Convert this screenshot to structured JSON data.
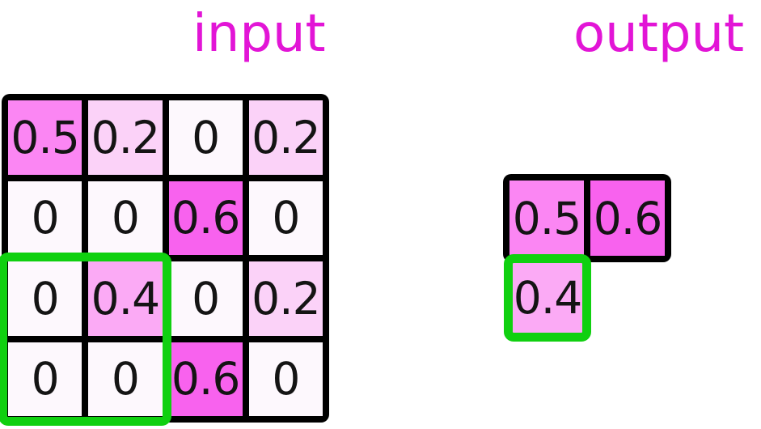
{
  "figure": {
    "input": {
      "title": "input",
      "grid": {
        "rows": 4,
        "cols": 4,
        "values": [
          [
            "0.5",
            "0.2",
            "0",
            "0.2"
          ],
          [
            "0",
            "0",
            "0.6",
            "0"
          ],
          [
            "0",
            "0.4",
            "0",
            "0.2"
          ],
          [
            "0",
            "0",
            "0.6",
            "0"
          ]
        ]
      },
      "highlight_window": {
        "row_start": 3,
        "row_end": 4,
        "col_start": 1,
        "col_end": 2
      }
    },
    "output": {
      "title": "output",
      "top_row_values": [
        "0.5",
        "0.6"
      ],
      "highlight_cell_value": "0.4"
    },
    "colors": {
      "title_text": "#e215d6",
      "number_text": "#141414",
      "grid_border": "#000000",
      "highlight_border": "#10d010",
      "cell_value_colors": {
        "0": "#fdf8fd",
        "0.2": "#fbd2f8",
        "0.4": "#fbaaf5",
        "0.5": "#fb86f3",
        "0.6": "#f862ee"
      }
    }
  }
}
